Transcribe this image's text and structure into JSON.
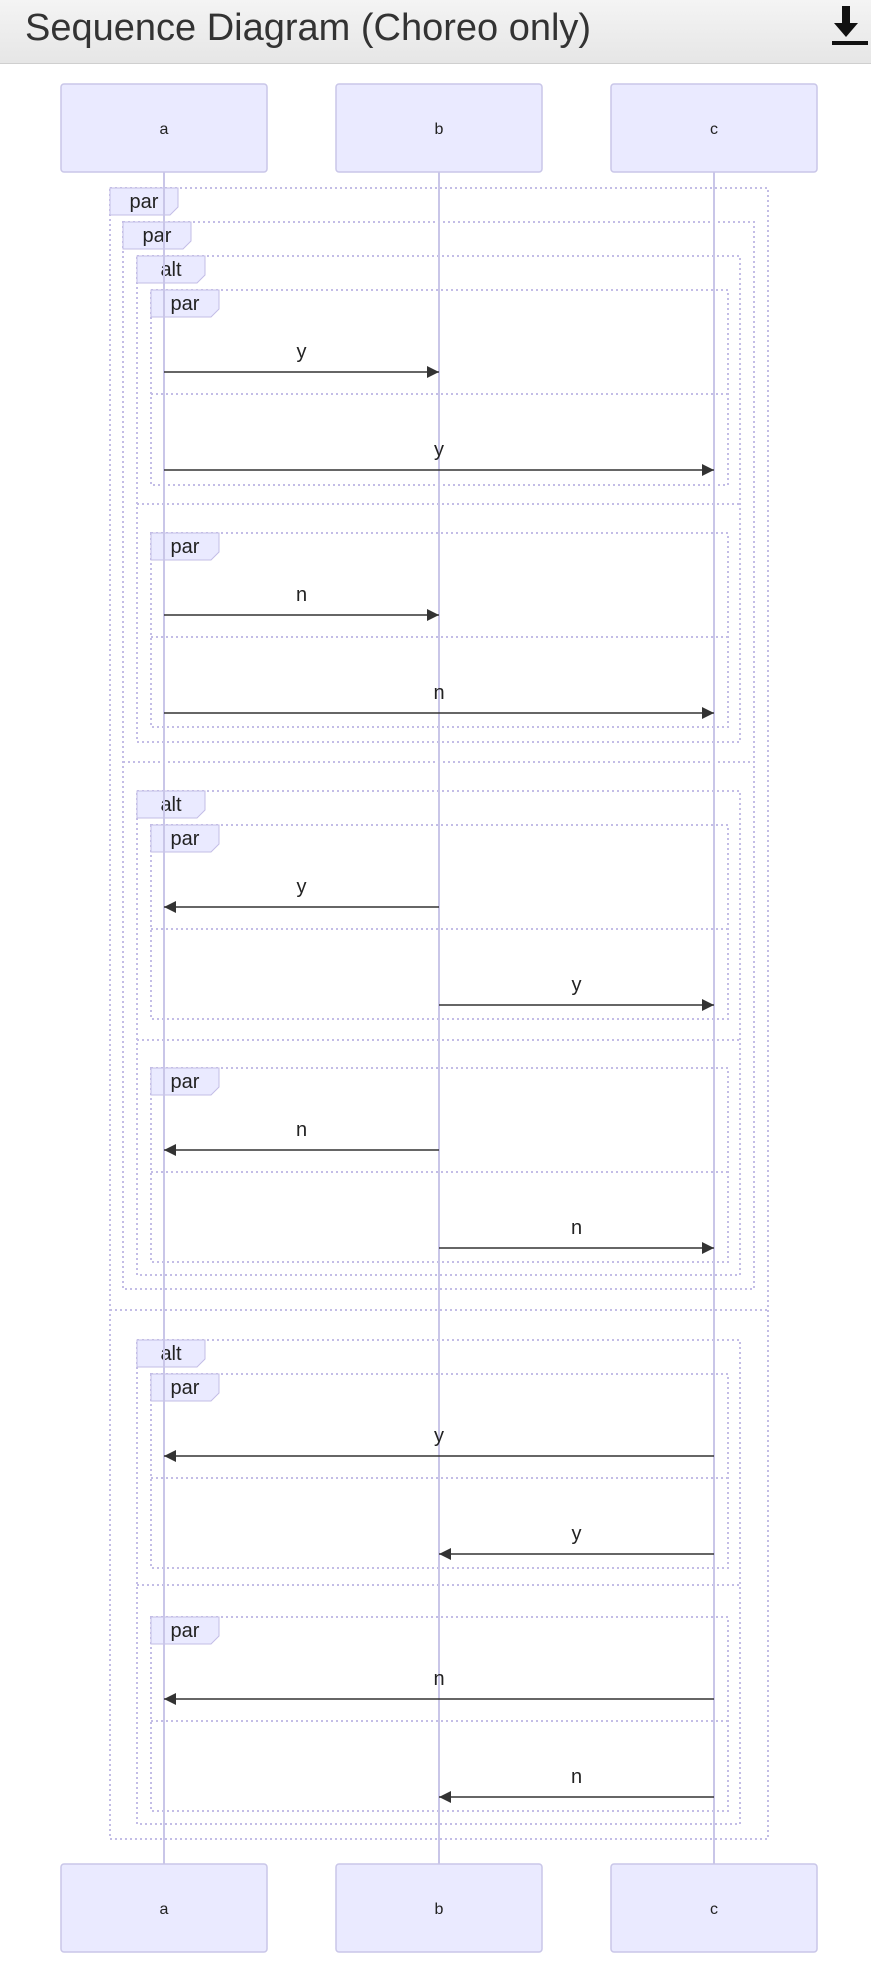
{
  "header": {
    "title": "Sequence Diagram (Choreo only)",
    "download_icon": "download-icon"
  },
  "colors": {
    "actor_fill": "#eaeaff",
    "actor_stroke": "#c9c6e8",
    "lifeline": "#c9c6e8",
    "frame": "#c3bde6",
    "label_fill": "#eaeaff",
    "message": "#333333",
    "text": "#222222"
  },
  "diagram": {
    "actors": [
      {
        "id": "a",
        "label": "a"
      },
      {
        "id": "b",
        "label": "b"
      },
      {
        "id": "c",
        "label": "c"
      }
    ],
    "messages": [
      {
        "from": "a",
        "to": "b",
        "label": "y"
      },
      {
        "from": "a",
        "to": "c",
        "label": "y"
      },
      {
        "from": "a",
        "to": "b",
        "label": "n"
      },
      {
        "from": "a",
        "to": "c",
        "label": "n"
      },
      {
        "from": "b",
        "to": "a",
        "label": "y"
      },
      {
        "from": "b",
        "to": "c",
        "label": "y"
      },
      {
        "from": "b",
        "to": "a",
        "label": "n"
      },
      {
        "from": "b",
        "to": "c",
        "label": "n"
      },
      {
        "from": "c",
        "to": "a",
        "label": "y"
      },
      {
        "from": "c",
        "to": "b",
        "label": "y"
      },
      {
        "from": "c",
        "to": "a",
        "label": "n"
      },
      {
        "from": "c",
        "to": "b",
        "label": "n"
      }
    ],
    "fragments": [
      {
        "label": "par"
      },
      {
        "label": "par"
      },
      {
        "label": "alt"
      },
      {
        "label": "par"
      },
      {
        "label": "par"
      },
      {
        "label": "alt"
      },
      {
        "label": "par"
      },
      {
        "label": "par"
      },
      {
        "label": "alt"
      },
      {
        "label": "par"
      },
      {
        "label": "par"
      }
    ]
  }
}
